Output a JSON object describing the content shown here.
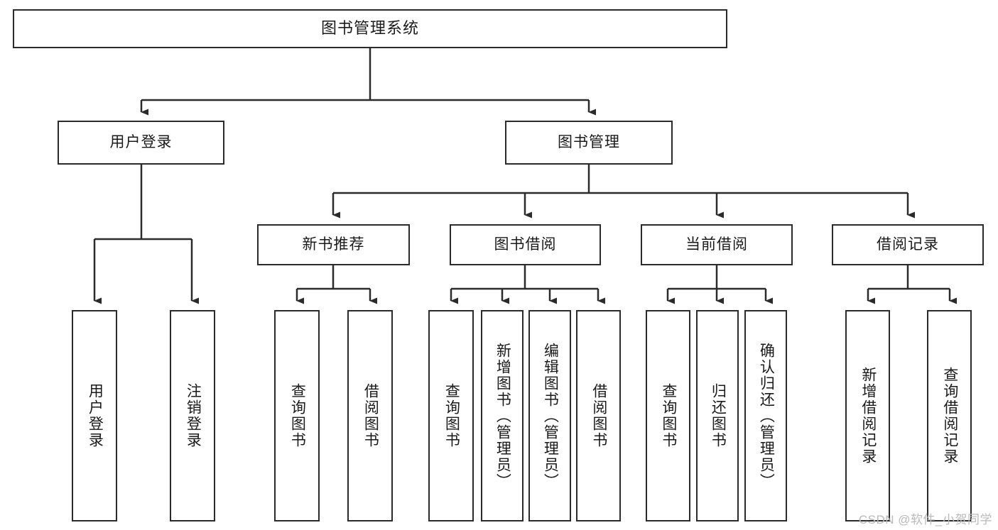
{
  "diagram": {
    "type": "tree",
    "title": "图书管理系统",
    "watermark": "CSDN @软件_小贺同学",
    "colors": {
      "box_border": "#2b2b2b",
      "box_fill": "#ffffff",
      "connector": "#2b2b2b",
      "text": "#1a1a1a",
      "watermark": "#b9b9b9"
    },
    "levels": {
      "root": "图书管理系统",
      "level1": [
        "用户登录",
        "图书管理"
      ],
      "level2": [
        "新书推荐",
        "图书借阅",
        "当前借阅",
        "借阅记录"
      ]
    },
    "nodes": {
      "root": {
        "label": "图书管理系统"
      },
      "user_login": {
        "label": "用户登录"
      },
      "book_manage": {
        "label": "图书管理"
      },
      "new_book_rec": {
        "label": "新书推荐"
      },
      "book_borrow": {
        "label": "图书借阅"
      },
      "current_borrow": {
        "label": "当前借阅"
      },
      "borrow_record": {
        "label": "借阅记录"
      },
      "leaf_user_login": {
        "label": "用户登录"
      },
      "leaf_logout": {
        "label": "注销登录"
      },
      "leaf_query_book_1": {
        "label": "查询图书"
      },
      "leaf_borrow_book_1": {
        "label": "借阅图书"
      },
      "leaf_query_book_2": {
        "label": "查询图书"
      },
      "leaf_add_book": {
        "label": "新增图书（管理员）"
      },
      "leaf_edit_book": {
        "label": "编辑图书（管理员）"
      },
      "leaf_borrow_book_2": {
        "label": "借阅图书"
      },
      "leaf_query_book_3": {
        "label": "查询图书"
      },
      "leaf_return_book": {
        "label": "归还图书"
      },
      "leaf_confirm_return": {
        "label": "确认归还（管理员）"
      },
      "leaf_add_record": {
        "label": "新增借阅记录"
      },
      "leaf_query_record": {
        "label": "查询借阅记录"
      }
    },
    "edges": [
      {
        "from": "图书管理系统",
        "to": "用户登录"
      },
      {
        "from": "图书管理系统",
        "to": "图书管理"
      },
      {
        "from": "用户登录",
        "to": "用户登录"
      },
      {
        "from": "用户登录",
        "to": "注销登录"
      },
      {
        "from": "图书管理",
        "to": "新书推荐"
      },
      {
        "from": "图书管理",
        "to": "图书借阅"
      },
      {
        "from": "图书管理",
        "to": "当前借阅"
      },
      {
        "from": "图书管理",
        "to": "借阅记录"
      },
      {
        "from": "新书推荐",
        "to": "查询图书"
      },
      {
        "from": "新书推荐",
        "to": "借阅图书"
      },
      {
        "from": "图书借阅",
        "to": "查询图书"
      },
      {
        "from": "图书借阅",
        "to": "新增图书（管理员）"
      },
      {
        "from": "图书借阅",
        "to": "编辑图书（管理员）"
      },
      {
        "from": "图书借阅",
        "to": "借阅图书"
      },
      {
        "from": "当前借阅",
        "to": "查询图书"
      },
      {
        "from": "当前借阅",
        "to": "归还图书"
      },
      {
        "from": "当前借阅",
        "to": "确认归还（管理员）"
      },
      {
        "from": "借阅记录",
        "to": "新增借阅记录"
      },
      {
        "from": "借阅记录",
        "to": "查询借阅记录"
      }
    ]
  }
}
